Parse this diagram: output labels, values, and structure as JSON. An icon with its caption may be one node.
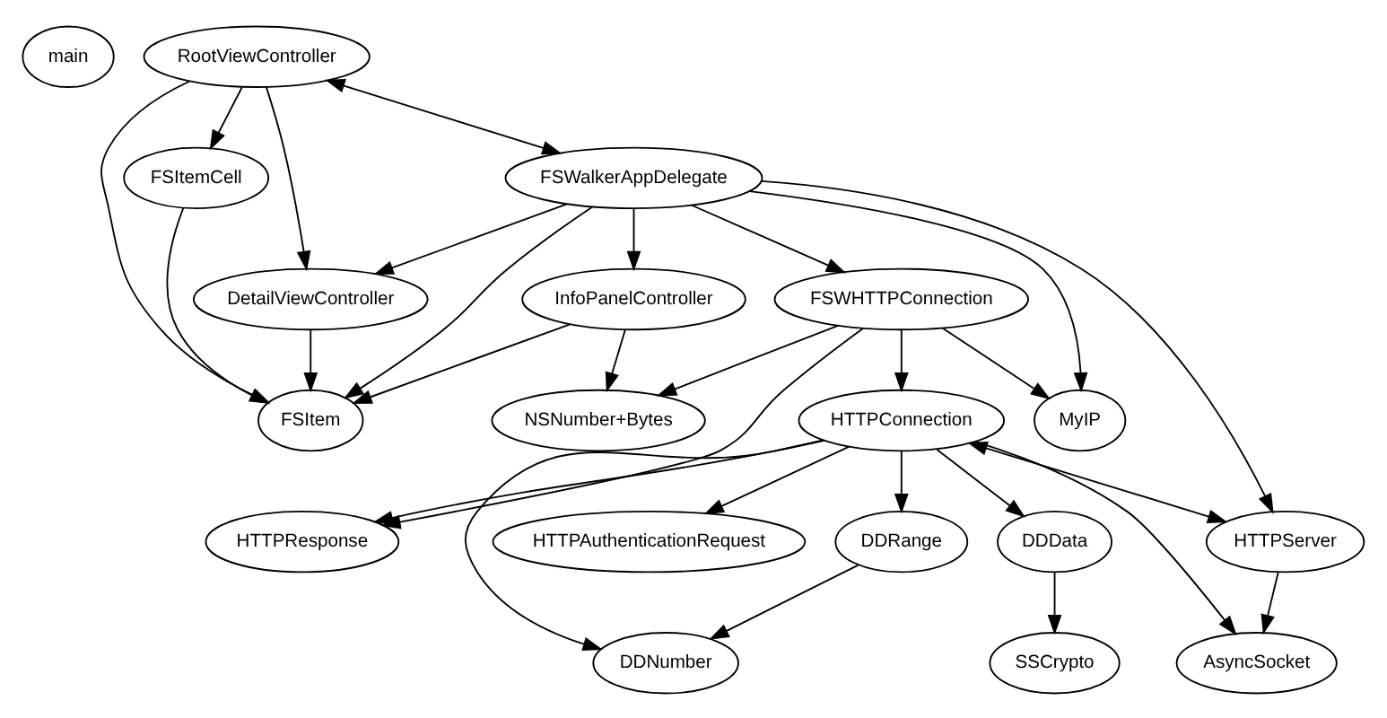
{
  "diagram": {
    "nodes": [
      {
        "text": [
          "main"
        ]
      },
      {
        "text": [
          "RootViewController"
        ]
      },
      {
        "text": [
          "FSItemCell"
        ]
      },
      {
        "text": [
          "FSWalkerAppDelegate"
        ]
      },
      {
        "text": [
          "DetailViewController"
        ]
      },
      {
        "text": [
          "FSWHTTPConnection"
        ]
      },
      {
        "text": [
          "InfoPanelController"
        ]
      },
      {
        "text": [
          "FSItem"
        ]
      },
      {
        "text": [
          "HTTPConnection"
        ]
      },
      {
        "text": [
          "MyIP"
        ]
      },
      {
        "text": [
          "NSNumber+Bytes"
        ]
      },
      {
        "text": [
          "HTTPResponse"
        ]
      },
      {
        "text": [
          "HTTPAuthenticationRequest"
        ]
      },
      {
        "text": [
          "DDRange"
        ]
      },
      {
        "text": [
          "DDData"
        ]
      },
      {
        "text": [
          "HTTPServer"
        ]
      },
      {
        "text": [
          "DDNumber"
        ]
      },
      {
        "text": [
          "SSCrypto"
        ]
      },
      {
        "text": [
          "AsyncSocket"
        ]
      }
    ],
    "edges": [
      {
        "from": 1,
        "to": 3,
        "arrow": "both"
      },
      {
        "from": 1,
        "to": 2,
        "arrow": "to"
      },
      {
        "from": 1,
        "to": 4,
        "arrow": "to"
      },
      {
        "from": 1,
        "to": 7,
        "arrow": "to"
      },
      {
        "from": 2,
        "to": 7,
        "arrow": "to"
      },
      {
        "from": 3,
        "to": 4,
        "arrow": "to"
      },
      {
        "from": 3,
        "to": 5,
        "arrow": "to"
      },
      {
        "from": 3,
        "to": 6,
        "arrow": "to"
      },
      {
        "from": 3,
        "to": 7,
        "arrow": "to"
      },
      {
        "from": 3,
        "to": 9,
        "arrow": "to"
      },
      {
        "from": 3,
        "to": 15,
        "arrow": "to"
      },
      {
        "from": 4,
        "to": 7,
        "arrow": "to"
      },
      {
        "from": 5,
        "to": 8,
        "arrow": "to"
      },
      {
        "from": 5,
        "to": 11,
        "arrow": "to"
      },
      {
        "from": 5,
        "to": 9,
        "arrow": "to"
      },
      {
        "from": 5,
        "to": 10,
        "arrow": "to"
      },
      {
        "from": 6,
        "to": 7,
        "arrow": "to"
      },
      {
        "from": 6,
        "to": 10,
        "arrow": "to"
      },
      {
        "from": 8,
        "to": 11,
        "arrow": "to"
      },
      {
        "from": 8,
        "to": 12,
        "arrow": "to"
      },
      {
        "from": 8,
        "to": 13,
        "arrow": "to"
      },
      {
        "from": 8,
        "to": 14,
        "arrow": "to"
      },
      {
        "from": 8,
        "to": 16,
        "arrow": "to"
      },
      {
        "from": 8,
        "to": 15,
        "arrow": "both"
      },
      {
        "from": 8,
        "to": 18,
        "arrow": "to"
      },
      {
        "from": 13,
        "to": 16,
        "arrow": "to"
      },
      {
        "from": 14,
        "to": 17,
        "arrow": "to"
      },
      {
        "from": 15,
        "to": 18,
        "arrow": "to"
      }
    ]
  }
}
